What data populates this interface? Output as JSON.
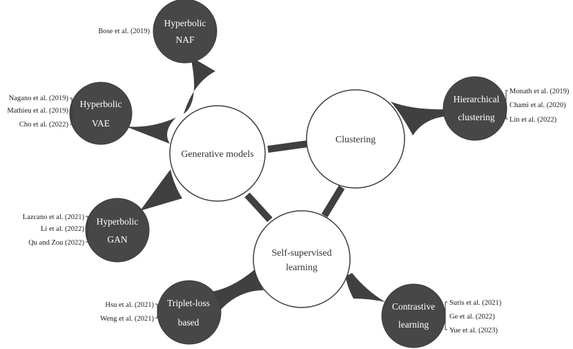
{
  "colors": {
    "hub_fill": "#ffffff",
    "hub_stroke": "#3d3d3d",
    "satellite_fill": "#474747",
    "connector": "#404040",
    "satellite_text": "#ffffff",
    "hub_text": "#333333",
    "reference_text": "#1a1a1a"
  },
  "hubs": {
    "generative": {
      "label": "Generative models"
    },
    "clustering": {
      "label": "Clustering"
    },
    "self_supervised": {
      "label_lines": [
        "Self-supervised",
        "learning"
      ]
    }
  },
  "satellites": {
    "naf": {
      "label_lines": [
        "Hyperbolic",
        "NAF"
      ],
      "refs": [
        "Bose et al. (2019)"
      ]
    },
    "vae": {
      "label_lines": [
        "Hyperbolic",
        "VAE"
      ],
      "refs": [
        "Nagano et al. (2019)",
        "Mathieu et al. (2019)",
        "Cho et al. (2022)"
      ]
    },
    "gan": {
      "label_lines": [
        "Hyperbolic",
        "GAN"
      ],
      "refs": [
        "Lazcano et al. (2021)",
        "Li et al. (2022)",
        "Qu and Zou (2022)"
      ]
    },
    "hierarchical": {
      "label_lines": [
        "Hierarchical",
        "clustering"
      ],
      "refs": [
        "Monath et al. (2019)",
        "Chami et al. (2020)",
        "Lin et al. (2022)"
      ]
    },
    "triplet": {
      "label_lines": [
        "Triplet-loss",
        "based"
      ],
      "refs": [
        "Hsu et al. (2021)",
        "Weng et al. (2021)"
      ]
    },
    "contrastive": {
      "label_lines": [
        "Contrastive",
        "learning"
      ],
      "refs": [
        "Suris et al. (2021)",
        "Ge et al. (2022)",
        "Yue et al. (2023)"
      ]
    }
  }
}
